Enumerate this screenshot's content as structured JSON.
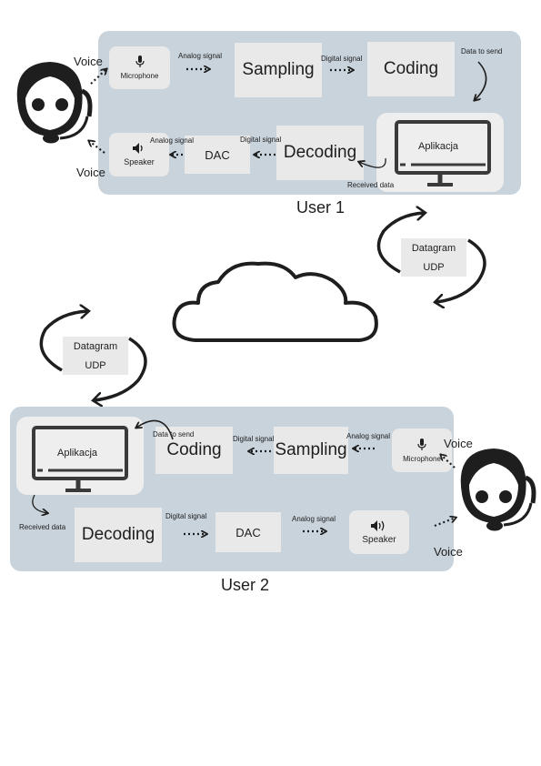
{
  "user1": {
    "title": "User 1",
    "voice_in": "Voice",
    "voice_out": "Voice",
    "microphone": "Microphone",
    "analog_signal_1": "Analog signal",
    "sampling": "Sampling",
    "digital_signal_1": "Digital signal",
    "coding": "Coding",
    "data_to_send": "Data to send",
    "app": "Aplikacja",
    "received_data": "Received data",
    "decoding": "Decoding",
    "digital_signal_2": "Digital signal",
    "dac": "DAC",
    "analog_signal_2": "Analog signal",
    "speaker": "Speaker"
  },
  "user2": {
    "title": "User 2",
    "voice_in": "Voice",
    "voice_out": "Voice",
    "microphone": "Microphone",
    "analog_signal_1": "Analog signal",
    "sampling": "Sampling",
    "digital_signal_1": "Digital signal",
    "coding": "Coding",
    "data_to_send": "Data to send",
    "app": "Aplikacja",
    "received_data": "Received data",
    "decoding": "Decoding",
    "digital_signal_2": "Digital signal",
    "dac": "DAC",
    "analog_signal_2": "Analog signal",
    "speaker": "Speaker"
  },
  "internet": "Internet",
  "datagram_top": {
    "line1": "Datagram",
    "line2": "UDP"
  },
  "datagram_bottom": {
    "line1": "Datagram",
    "line2": "UDP"
  },
  "colors": {
    "panel": "#c8d3dc",
    "box": "#e9e9e9",
    "ink": "#1e1e1e"
  },
  "icons": [
    "headset-person-icon",
    "microphone-icon",
    "speaker-icon",
    "monitor-icon",
    "cloud-icon",
    "cycle-arrow-icon"
  ]
}
